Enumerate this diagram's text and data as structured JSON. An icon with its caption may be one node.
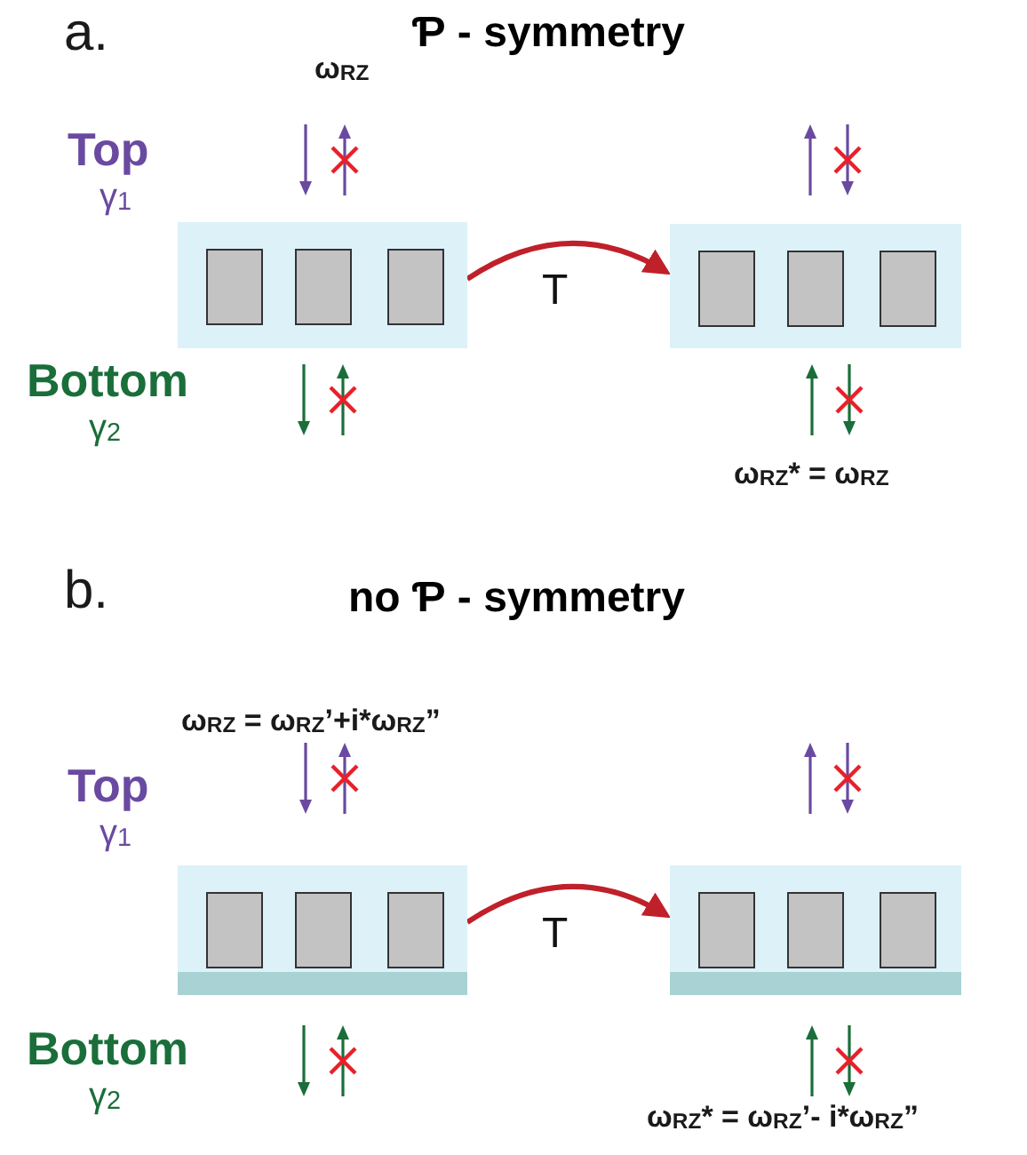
{
  "diagram": {
    "nodes": [
      {
        "text": [],
        "shape": "box"
      },
      {
        "text": [],
        "shape": "box"
      },
      {
        "text": [],
        "shape": "box"
      },
      {
        "text": [],
        "shape": "box"
      }
    ],
    "edges": [
      {
        "from": 0,
        "to": 1,
        "arrow": "to",
        "label": "T"
      },
      {
        "from": 2,
        "to": 3,
        "arrow": "to",
        "label": "T"
      }
    ],
    "labels": [
      "a.",
      "Ƥ - symmetry",
      "ω$_{RZ}$",
      "Top",
      "γ$_{1}$",
      "Bottom",
      "γ$_{2}$",
      "ω$_{RZ}$* = ω$_{RZ}$",
      "b.",
      "no Ƥ - symmetry",
      "ω$_{RZ}$ = ω$_{RZ}$’+i*ω$_{RZ}$”",
      "Top",
      "γ$_{1}$",
      "Bottom",
      "γ$_{2}$",
      "ω$_{RZ}$* = ω$_{RZ}$’- i*ω$_{RZ}$”"
    ]
  }
}
